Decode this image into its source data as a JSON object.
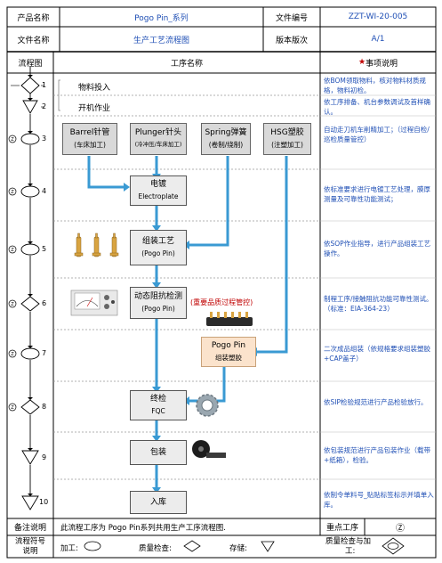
{
  "header": {
    "product_name_label": "产品名称",
    "product_name_value": "Pogo Pin_系列",
    "doc_no_label": "文件编号",
    "doc_no_value": "ZZT-WI-20-005",
    "doc_name_label": "文件名称",
    "doc_name_value": "生产工艺流程图",
    "version_label": "版本版次",
    "version_value": "A/1"
  },
  "columns": {
    "flow": "流程图",
    "process": "工序名称",
    "notes_star": "★",
    "notes": "事项说明"
  },
  "steps": [
    {
      "num": "1",
      "name": "物料投入",
      "note": "依BOM领取物料，核对物料材质规格，物料初检。"
    },
    {
      "num": "2",
      "name": "开机作业",
      "note": "依工序排备、机台参数调试及首样确认。"
    },
    {
      "num": "3",
      "note": "自动走刀机车削精加工；（过程自检/巡检质量管控）"
    },
    {
      "num": "4",
      "note": "依标准要求进行电镀工艺处理，膜厚测量及可靠性功能测试；"
    },
    {
      "num": "5",
      "note": "依SOP作业指导，进行产品组装工艺操作。"
    },
    {
      "num": "6",
      "note": "制程工序/接触阻抗功能可靠性测试。（标准：EIA-364-23）"
    },
    {
      "num": "7",
      "note": "二次成品组装（依规格要求组装塑胶+CAP盖子）"
    },
    {
      "num": "8",
      "note": "依SIP检验规范进行产品检验放行。"
    },
    {
      "num": "9",
      "note": "依包装规范进行产品包装作业（载带+纸箱），检验。"
    },
    {
      "num": "10",
      "note": "依制令单料号_贴贴标签标示并填单入库。"
    }
  ],
  "boxes": {
    "barrel_t1": "Barrel针管",
    "barrel_t2": "(车床加工)",
    "plunger_t1": "Plunger针头",
    "plunger_t2": "(冷冲压/车床加工)",
    "spring_t1": "Spring弹簧",
    "spring_t2": "(卷制/绕制)",
    "hsg_t1": "HSG塑胶",
    "hsg_t2": "(注塑加工)",
    "plating_t1": "电镀",
    "plating_t2": "Electroplate",
    "assembly_t1": "组装工艺",
    "assembly_t2": "(Pogo Pin)",
    "impedance_t1": "动态阻抗检测",
    "impedance_t2": "(Pogo Pin)",
    "impedance_note": "(重要品质过程管控)",
    "pogo_asm_t1": "Pogo Pin",
    "pogo_asm_t2": "组装塑胶",
    "fqc_t1": "终检",
    "fqc_t2": "FQC",
    "packing": "包装",
    "storage": "入库"
  },
  "footer": {
    "remark_label": "备注说明",
    "remark_text": "此流程工序为 Pogo Pin系列共用生产工序流程图.",
    "key_label": "重点工序",
    "key_symbol": "Ⓩ",
    "legend_label_1": "流程符号",
    "legend_label_2": "说明",
    "process_legend": "加工:",
    "inspect_legend": "质量检查:",
    "storage_legend": "存储:",
    "inspect_process_legend_1": "质量检查与加",
    "inspect_process_legend_2": "工:"
  },
  "colors": {
    "arrow": "#3a9ad3",
    "box_fill": "#ececec",
    "top_box_fill": "#d9d9d9",
    "asm_fill": "#fbe3cc",
    "title_text": "#1f4fb5",
    "star": "#c00000"
  }
}
